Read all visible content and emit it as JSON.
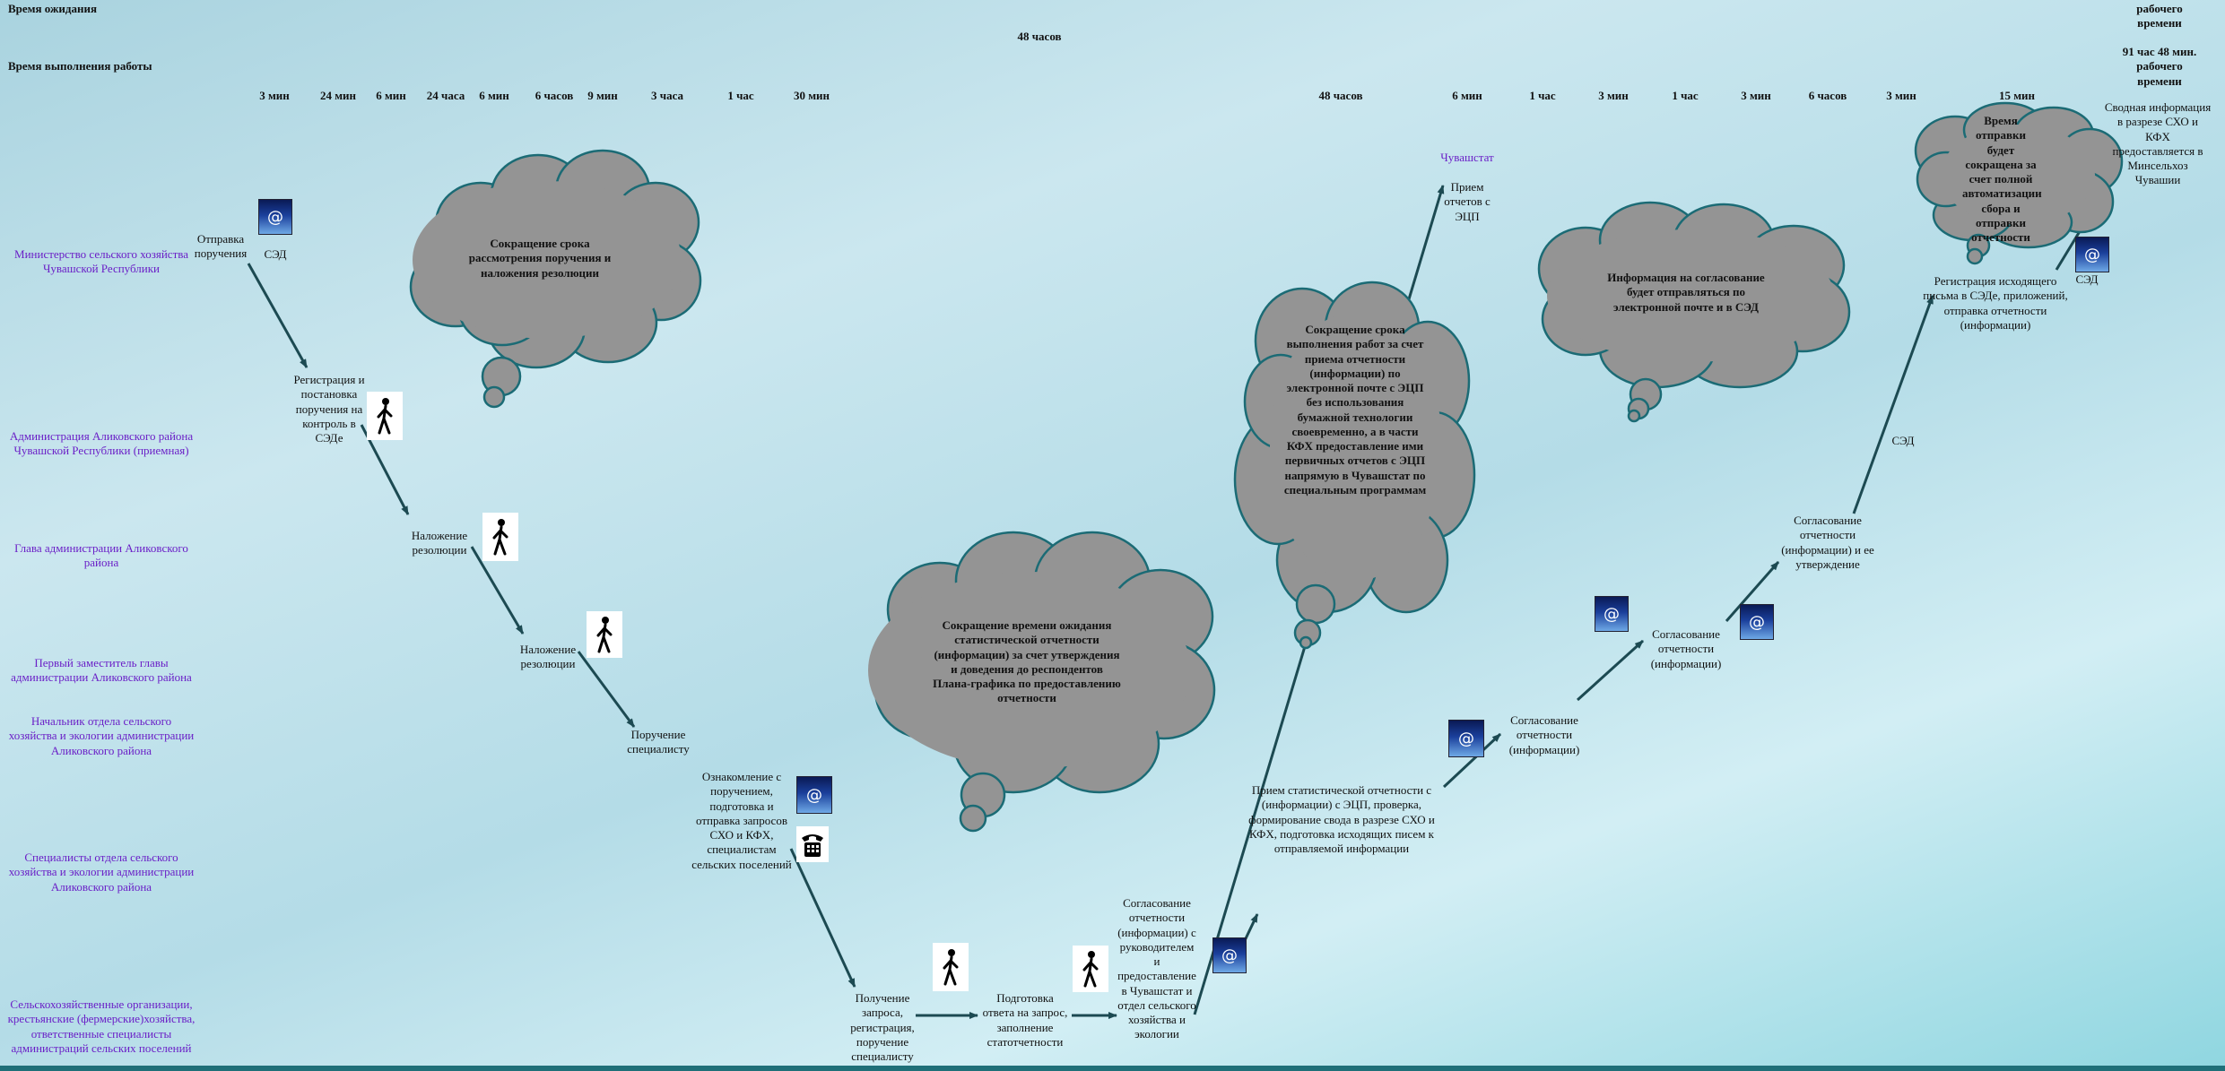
{
  "header": {
    "wait_label": "Время ожидания",
    "work_label": "Время выполнения работы",
    "wait_48": "48 часов",
    "rt_top": "рабочего времени",
    "rt_total": "91 час 48 мин. рабочего времени"
  },
  "times": [
    "3 мин",
    "24 мин",
    "6 мин",
    "24 часа",
    "6 мин",
    "6 часов",
    "9 мин",
    "3 часа",
    "1 час",
    "30 мин",
    "48 часов",
    "6 мин",
    "1 час",
    "3 мин",
    "1 час",
    "3 мин",
    "6 часов",
    "3 мин",
    "15 мин"
  ],
  "roles": [
    "Министерство сельского хозяйства Чувашской Республики",
    "Администрация Аликовского района Чувашской Республики (приемная)",
    "Глава администрации Аликовского района",
    "Первый заместитель главы администрации Аликовского района",
    "Начальник отдела сельского хозяйства и экологии администрации Аликовского района",
    "Специалисты отдела сельского хозяйства и экологии администрации Аликовского района",
    "Сельскохозяйственные организации, крестьянские (фермерские)хозяйства, ответственные специалисты администраций сельских поселений"
  ],
  "steps": {
    "s1": "Отправка поручения",
    "sed1": "СЭД",
    "s2": "Регистрация и постановка поручения на контроль в СЭДе",
    "s3": "Наложение резолюции",
    "s4": "Наложение резолюции",
    "s5": "Поручение специалисту",
    "s6": "Ознакомление с поручением, подготовка и отправка запросов СХО и КФХ, специалистам сельских поселений",
    "s7": "Получение запроса, регистрация, поручение специалисту",
    "s8": "Подготовка ответа на запрос, заполнение статотчетности",
    "s9": "Согласование отчетности (информации) с руководителем и предоставление в Чувашстат и отдел сельского хозяйства и экологии",
    "chuv": "Чувашстат",
    "s10": "Прием отчетов с ЭЦП",
    "s11": "Прием статистической отчетности с (информации) с ЭЦП, проверка, формирование свода в разрезе СХО и КФХ, подготовка исходящих писем к отправляемой информации",
    "s12": "Согласование отчетности (информации)",
    "s13": "Согласование отчетности (информации)",
    "s14": "Согласование отчетности (информации) и ее утверждение",
    "sed2": "СЭД",
    "s15": "Регистрация исходящего письма в СЭДе, приложений, отправка отчетности (информации)",
    "sed3": "СЭД",
    "s16": "Сводная информация в разрезе СХО и КФХ предоставляется в Минсельхоз Чувашии"
  },
  "clouds": {
    "c1": "Сокращение срока рассмотрения поручения и наложения резолюции",
    "c2": "Сокращение времени ожидания статистической отчетности (информации) за счет утверждения и доведения до респондентов Плана-графика по предоставлению отчетности",
    "c3": "Сокращение срока выполнения работ за счет приема отчетности (информации) по электронной почте с ЭЦП без использования бумажной технологии своевременно, а в части КФХ предоставление ими первичных отчетов с ЭЦП напрямую в Чувашстат по специальным программам",
    "c4": "Информация на согласование будет отправляться по электронной почте и в СЭД",
    "c5": "Время отправки будет сокращена за счет полной автоматизации сбора и отправки отчетности"
  },
  "colors": {
    "arrow": "#1c4a52",
    "role_text": "#6a1fc7",
    "cloud_fill": "#949494",
    "cloud_stroke": "#1b6b75"
  },
  "icons": [
    "email-icon",
    "walking-person-icon",
    "telephone-icon"
  ]
}
